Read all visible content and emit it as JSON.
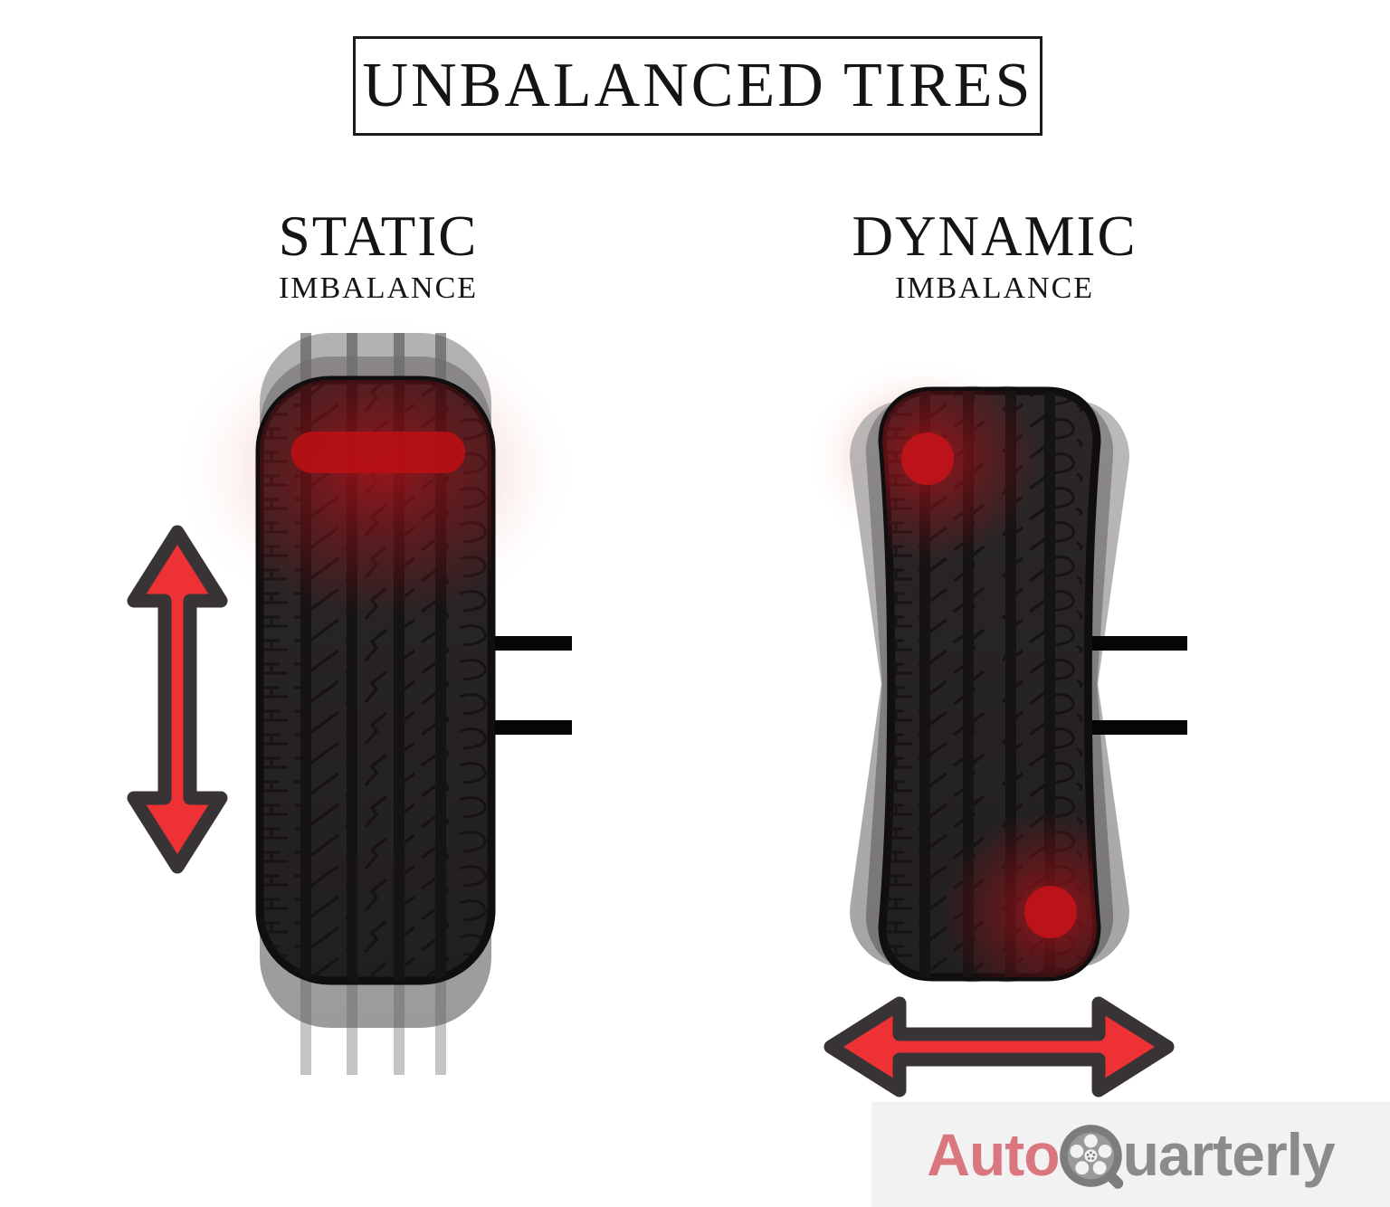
{
  "title": "UNBALANCED TIRES",
  "sections": {
    "static": {
      "heading": "STATIC",
      "subheading": "IMBALANCE"
    },
    "dynamic": {
      "heading": "DYNAMIC",
      "subheading": "IMBALANCE"
    }
  },
  "logo": {
    "part1": "Auto",
    "part2": "uarterly"
  },
  "icons": {
    "vertical_arrow": "up-down-arrow",
    "horizontal_arrow": "left-right-arrow",
    "logo_wheel": "tire-wheel",
    "static_weight": "heavy-spot-strip",
    "dynamic_weights": "heavy-spot-dots"
  },
  "colors": {
    "accent_red": "#ee3134",
    "weight_red": "#b61114",
    "dot_red": "#c0131a",
    "outline_dark": "#383435",
    "tire_dark": "#262223",
    "ghost_gray": "#9a9a9a",
    "logo_pink": "#d9767e",
    "logo_gray": "#8b8b8b",
    "logo_bg": "#f2f2f2",
    "ink": "#141414"
  }
}
